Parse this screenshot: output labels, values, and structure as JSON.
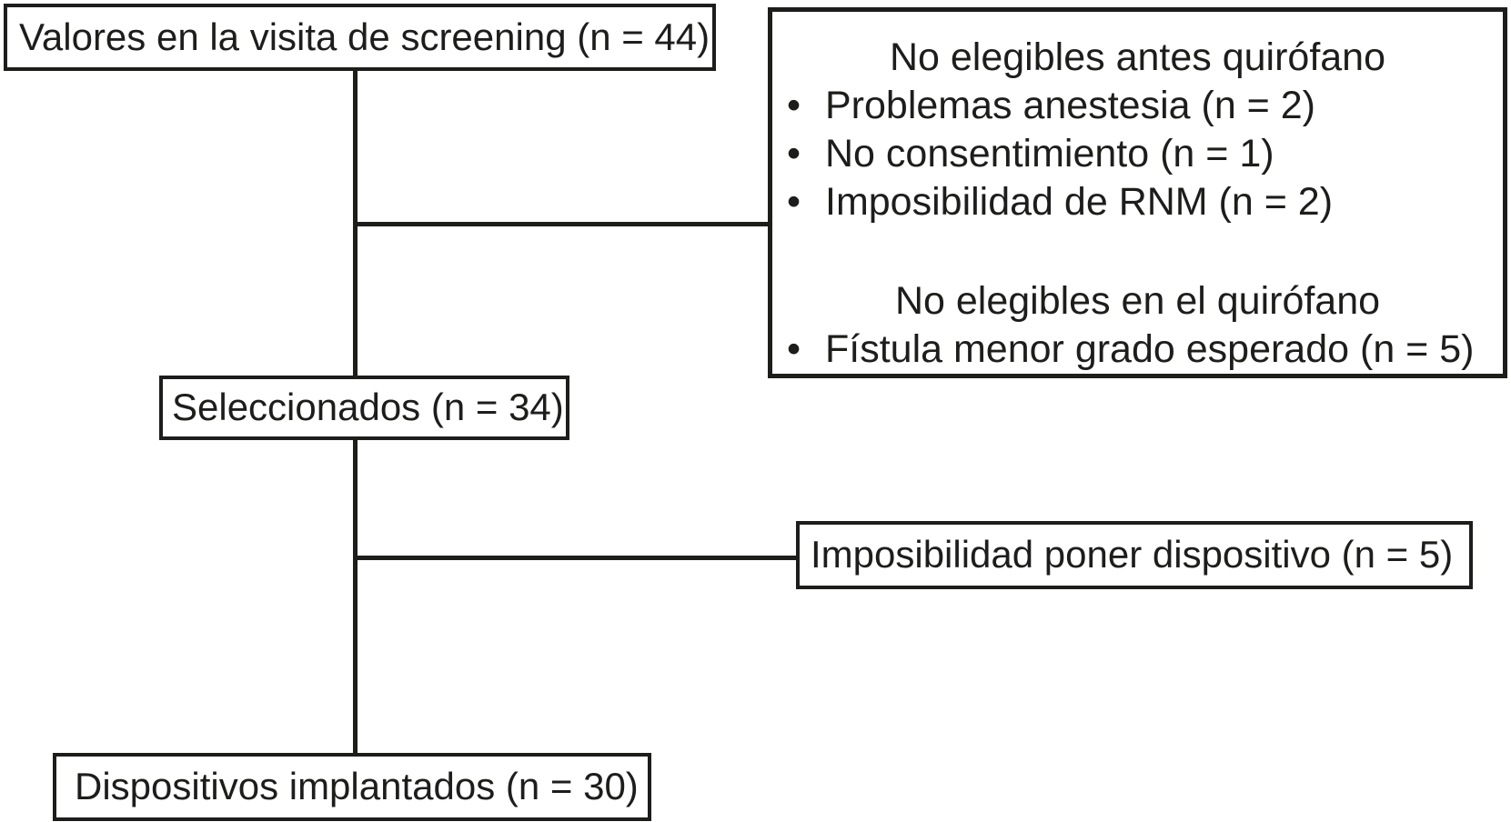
{
  "diagram": {
    "bullet_char": "•",
    "colors": {
      "line": "#1d1d1b",
      "text": "#1d1d1b",
      "background": "#ffffff"
    },
    "nodes": {
      "screening": {
        "label": "Valores en la visita de screening (n = 44)"
      },
      "selected": {
        "label": "Seleccionados (n = 34)"
      },
      "impossible": {
        "label": "Imposibilidad poner dispositivo (n = 5)"
      },
      "implanted": {
        "label": "Dispositivos implantados (n = 30)"
      },
      "exclusions": {
        "sections": [
          {
            "heading": "No elegibles antes quirófano",
            "items": [
              "Problemas anestesia (n = 2)",
              "No consentimiento (n = 1)",
              "Imposibilidad de RNM (n = 2)"
            ]
          },
          {
            "heading": "No elegibles en el quirófano",
            "items": [
              "Fístula menor grado esperado (n = 5)"
            ]
          }
        ]
      }
    }
  }
}
